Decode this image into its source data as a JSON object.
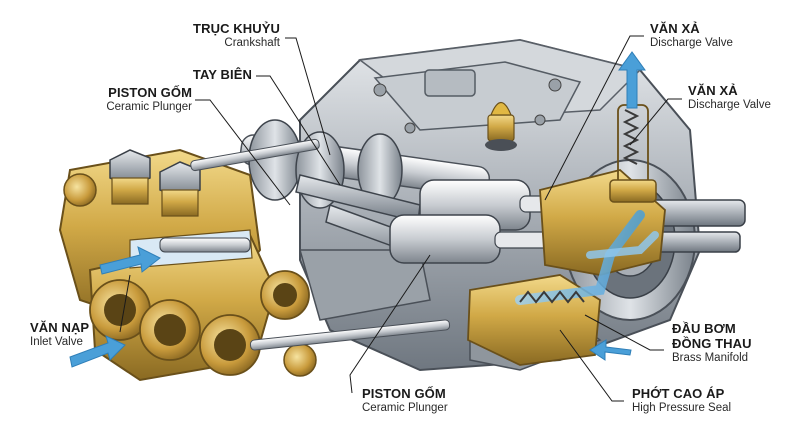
{
  "labels": {
    "crankshaft": {
      "vi": "TRỤC KHUỶU",
      "en": "Crankshaft"
    },
    "connecting_rod": {
      "vi": "TAY BIÊN"
    },
    "ceramic_plunger_top": {
      "vi": "PISTON GỐM",
      "en": "Ceramic Plunger"
    },
    "inlet_valve": {
      "vi": "VĂN NẠP",
      "en": "Inlet Valve"
    },
    "ceramic_plunger_bottom": {
      "vi": "PISTON GỐM",
      "en": "Ceramic Plunger"
    },
    "discharge_valve_1": {
      "vi": "VĂN XẢ",
      "en": "Discharge Valve"
    },
    "discharge_valve_2": {
      "vi": "VĂN XẢ",
      "en": "Discharge Valve"
    },
    "brass_manifold": {
      "vi1": "ĐẦU BƠM",
      "vi2": "ĐỒNG THAU",
      "en": "Brass Manifold"
    },
    "high_pressure_seal": {
      "vi": "PHỚT CAO ÁP",
      "en": "High Pressure Seal"
    }
  },
  "colors": {
    "brass": "#c9a24a",
    "steel": "#b9bec4",
    "water_flow": "#4a9fd8",
    "ink": "#1a1a1a"
  },
  "icons": {
    "flow_arrow": "arrow-icon",
    "spring": "spring-icon"
  }
}
